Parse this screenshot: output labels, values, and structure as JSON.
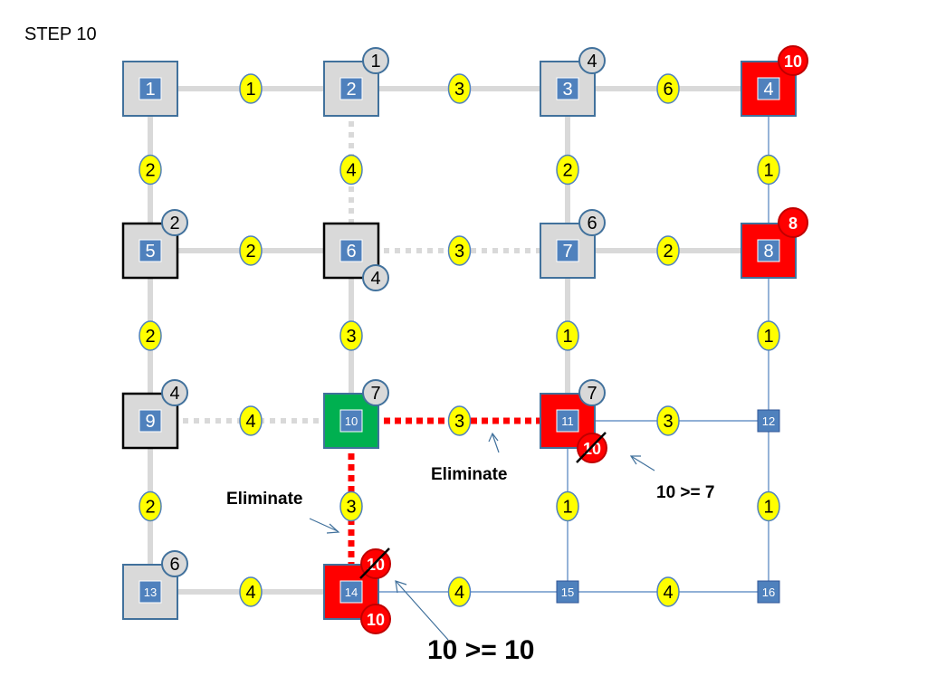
{
  "step_label": "STEP 10",
  "colors": {
    "visited_fill": "#d9d9d9",
    "visited_border": "#41719c",
    "frontier_border": "#000000",
    "current_fill": "#00b050",
    "pending_fill": "#ff0000",
    "inner_box": "#4f81bd",
    "weight_fill": "#ffff00",
    "edge_gray": "#d9d9d9",
    "edge_blue": "#4f81bd",
    "edge_red": "#ff0000",
    "badge_gray": "#d9d9d9",
    "badge_red": "#ff0000"
  },
  "nodes": [
    {
      "id": 1,
      "label": "1",
      "state": "visited"
    },
    {
      "id": 2,
      "label": "2",
      "state": "visited"
    },
    {
      "id": 3,
      "label": "3",
      "state": "visited"
    },
    {
      "id": 4,
      "label": "4",
      "state": "pending"
    },
    {
      "id": 5,
      "label": "5",
      "state": "frontier"
    },
    {
      "id": 6,
      "label": "6",
      "state": "frontier"
    },
    {
      "id": 7,
      "label": "7",
      "state": "visited"
    },
    {
      "id": 8,
      "label": "8",
      "state": "pending"
    },
    {
      "id": 9,
      "label": "9",
      "state": "frontier"
    },
    {
      "id": 10,
      "label": "10",
      "state": "current"
    },
    {
      "id": 11,
      "label": "11",
      "state": "pending"
    },
    {
      "id": 12,
      "label": "12",
      "state": "unvisited"
    },
    {
      "id": 13,
      "label": "13",
      "state": "visited"
    },
    {
      "id": 14,
      "label": "14",
      "state": "pending"
    },
    {
      "id": 15,
      "label": "15",
      "state": "unvisited"
    },
    {
      "id": 16,
      "label": "16",
      "state": "unvisited"
    }
  ],
  "edges": [
    {
      "from": 1,
      "to": 2,
      "weight": "1",
      "style": "gray"
    },
    {
      "from": 2,
      "to": 3,
      "weight": "3",
      "style": "gray"
    },
    {
      "from": 3,
      "to": 4,
      "weight": "6",
      "style": "gray"
    },
    {
      "from": 1,
      "to": 5,
      "weight": "2",
      "style": "gray"
    },
    {
      "from": 2,
      "to": 6,
      "weight": "4",
      "style": "gray-dotted"
    },
    {
      "from": 3,
      "to": 7,
      "weight": "2",
      "style": "gray"
    },
    {
      "from": 4,
      "to": 8,
      "weight": "1",
      "style": "blue"
    },
    {
      "from": 5,
      "to": 6,
      "weight": "2",
      "style": "gray"
    },
    {
      "from": 6,
      "to": 7,
      "weight": "3",
      "style": "gray-dotted"
    },
    {
      "from": 7,
      "to": 8,
      "weight": "2",
      "style": "gray"
    },
    {
      "from": 5,
      "to": 9,
      "weight": "2",
      "style": "gray"
    },
    {
      "from": 6,
      "to": 10,
      "weight": "3",
      "style": "gray"
    },
    {
      "from": 7,
      "to": 11,
      "weight": "1",
      "style": "gray"
    },
    {
      "from": 8,
      "to": 12,
      "weight": "1",
      "style": "blue"
    },
    {
      "from": 9,
      "to": 10,
      "weight": "4",
      "style": "gray-dotted"
    },
    {
      "from": 10,
      "to": 11,
      "weight": "3",
      "style": "red-dotted"
    },
    {
      "from": 11,
      "to": 12,
      "weight": "3",
      "style": "blue"
    },
    {
      "from": 9,
      "to": 13,
      "weight": "2",
      "style": "gray"
    },
    {
      "from": 10,
      "to": 14,
      "weight": "3",
      "style": "red-dotted"
    },
    {
      "from": 11,
      "to": 15,
      "weight": "1",
      "style": "blue"
    },
    {
      "from": 12,
      "to": 16,
      "weight": "1",
      "style": "blue"
    },
    {
      "from": 13,
      "to": 14,
      "weight": "4",
      "style": "gray"
    },
    {
      "from": 14,
      "to": 15,
      "weight": "4",
      "style": "blue"
    },
    {
      "from": 15,
      "to": 16,
      "weight": "4",
      "style": "blue"
    }
  ],
  "badges": [
    {
      "node": 2,
      "value": "1",
      "style": "gray",
      "corner": "top-right",
      "crossed": false
    },
    {
      "node": 3,
      "value": "4",
      "style": "gray",
      "corner": "top-right",
      "crossed": false
    },
    {
      "node": 4,
      "value": "10",
      "style": "red",
      "corner": "top-right",
      "crossed": false
    },
    {
      "node": 5,
      "value": "2",
      "style": "gray",
      "corner": "top-right",
      "crossed": false
    },
    {
      "node": 6,
      "value": "4",
      "style": "gray",
      "corner": "bottom-right",
      "crossed": false
    },
    {
      "node": 7,
      "value": "6",
      "style": "gray",
      "corner": "top-right",
      "crossed": false
    },
    {
      "node": 8,
      "value": "8",
      "style": "red",
      "corner": "top-right",
      "crossed": false
    },
    {
      "node": 9,
      "value": "4",
      "style": "gray",
      "corner": "top-right",
      "crossed": false
    },
    {
      "node": 10,
      "value": "7",
      "style": "gray",
      "corner": "top-right",
      "crossed": false
    },
    {
      "node": 11,
      "value": "7",
      "style": "gray",
      "corner": "top-right",
      "crossed": false
    },
    {
      "node": 11,
      "value": "10",
      "style": "red",
      "corner": "bottom-right",
      "crossed": true
    },
    {
      "node": 13,
      "value": "6",
      "style": "gray",
      "corner": "top-right",
      "crossed": false
    },
    {
      "node": 14,
      "value": "10",
      "style": "red",
      "corner": "top-right",
      "crossed": true
    },
    {
      "node": 14,
      "value": "10",
      "style": "red",
      "corner": "bottom-right",
      "crossed": false
    }
  ],
  "annotations": {
    "eliminate_left": "Eliminate",
    "eliminate_mid": "Eliminate",
    "compare_11": "10 >= 7",
    "compare_14": "10 >= 10"
  }
}
